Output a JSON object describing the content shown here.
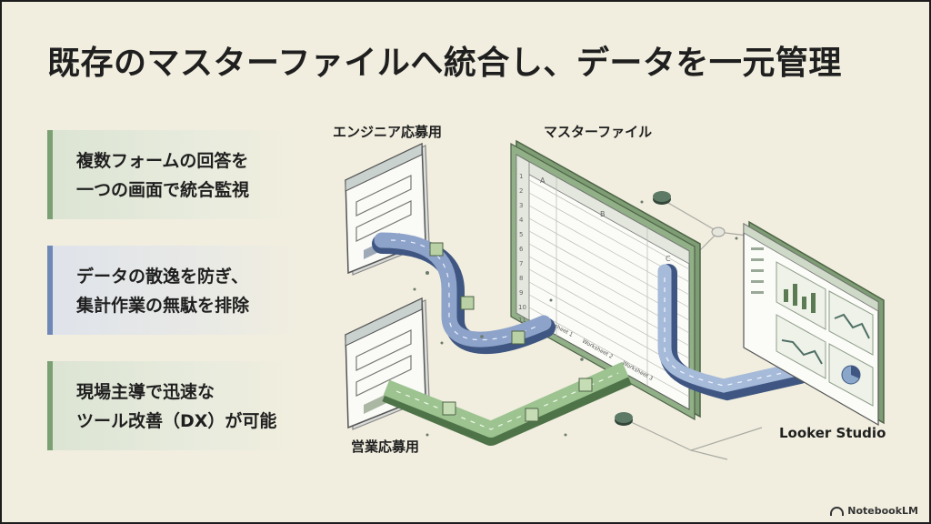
{
  "title": "既存のマスターファイルへ統合し、データを一元管理",
  "cards": [
    {
      "lines": [
        "複数フォームの回答を",
        "一つの画面で統合監視"
      ],
      "accent": "#7ba073"
    },
    {
      "lines": [
        "データの散逸を防ぎ、",
        "集計作業の無駄を排除"
      ],
      "accent": "#6f88b6"
    },
    {
      "lines": [
        "現場主導で迅速な",
        "ツール改善（DX）が可能"
      ],
      "accent": "#7ba073"
    }
  ],
  "diagram": {
    "engineer_form_label": "エンジニア応募用",
    "sales_form_label": "営業応募用",
    "master_file_label": "マスターファイル",
    "dashboard_label": "Looker Studio",
    "sheet_columns": [
      "A",
      "B",
      "C"
    ],
    "sheet_rows": [
      "1",
      "2",
      "3",
      "4",
      "5",
      "6",
      "7",
      "8",
      "9",
      "10",
      "11"
    ],
    "sheet_tabs": [
      "Worksheet 1",
      "Worksheet 2",
      "Worksheet 3"
    ],
    "colors": {
      "engineer_flow": "#5f79ad",
      "sales_flow": "#6f9a65",
      "sheet_frame": "#7e9d74",
      "background": "#f1eedf"
    }
  },
  "watermark": "NotebookLM"
}
